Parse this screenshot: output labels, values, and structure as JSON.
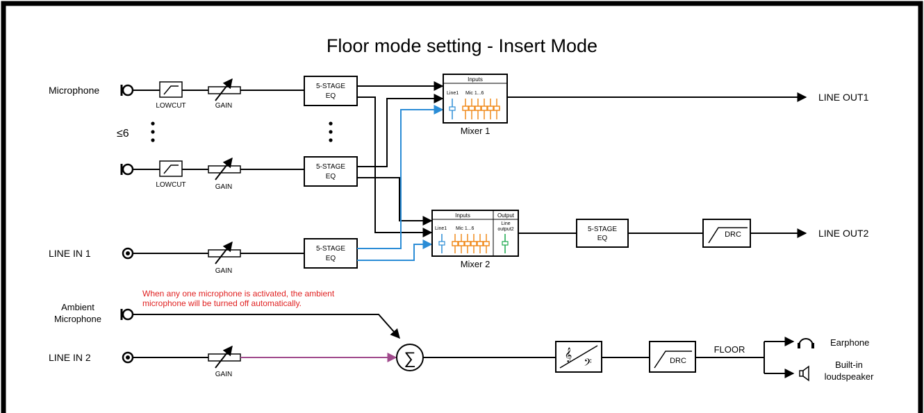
{
  "title": "Floor mode setting - Insert Mode",
  "inputs": {
    "microphone": "Microphone",
    "count": "≤6",
    "line_in_1": "LINE IN 1",
    "ambient_line1": "Ambient",
    "ambient_line2": "Microphone",
    "line_in_2": "LINE IN 2"
  },
  "blocks": {
    "lowcut": "LOWCUT",
    "gain": "GAIN",
    "eq_line1": "5-STAGE",
    "eq_line2": "EQ",
    "drc": "DRC",
    "floor": "FLOOR"
  },
  "mixer1": {
    "name": "Mixer 1",
    "inputs_label": "Inputs",
    "line_label": "Line1",
    "mic_label": "Mic 1...6"
  },
  "mixer2": {
    "name": "Mixer 2",
    "inputs_label": "Inputs",
    "output_label": "Output",
    "line_label": "Line1",
    "mic_label": "Mic 1...6",
    "out_line1": "Line",
    "out_line2": "output2"
  },
  "outputs": {
    "line_out_1": "LINE OUT1",
    "line_out_2": "LINE OUT2",
    "earphone": "Earphone",
    "speaker_line1": "Built-in",
    "speaker_line2": "loudspeaker"
  },
  "note": {
    "line1": "When any one microphone is activated, the ambient",
    "line2": "microphone will be turned off automatically."
  },
  "colors": {
    "frame": "#000000",
    "line": "#000000",
    "blue_route": "#2a8cd6",
    "purple_route": "#a04a8c",
    "fader_orange": "#f08a1c",
    "fader_blue": "#2a8cd6",
    "fader_green": "#19a84a",
    "note_red": "#e02020"
  }
}
